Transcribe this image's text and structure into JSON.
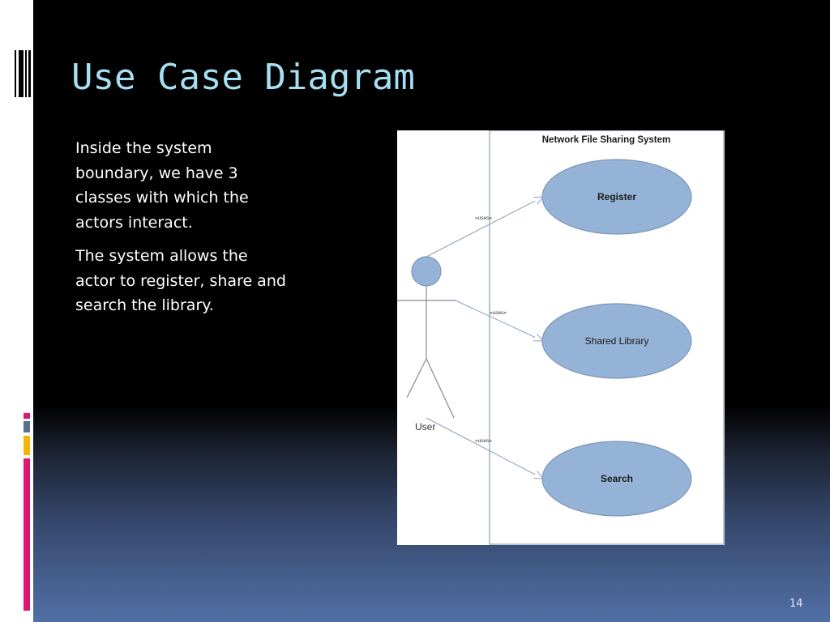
{
  "slide": {
    "title": "Use Case Diagram",
    "paragraphs": [
      "Inside the system boundary, we have 3 classes with which the actors interact.",
      "The system allows the actor to register, share and search the library."
    ],
    "page_number": "14"
  },
  "diagram": {
    "system_name": "Network File Sharing System",
    "actor": "User",
    "use_cases": [
      "Register",
      "Shared Library",
      "Search"
    ],
    "relation_label": "«uses»",
    "colors": {
      "use_case_fill": "#95b3d7",
      "use_case_stroke": "#7f96b8",
      "line": "#8aa0b8"
    }
  },
  "theme": {
    "title_color": "#a6dff2",
    "accent_colors": [
      "#e0176f",
      "#5b6f8f",
      "#f2b705"
    ]
  }
}
